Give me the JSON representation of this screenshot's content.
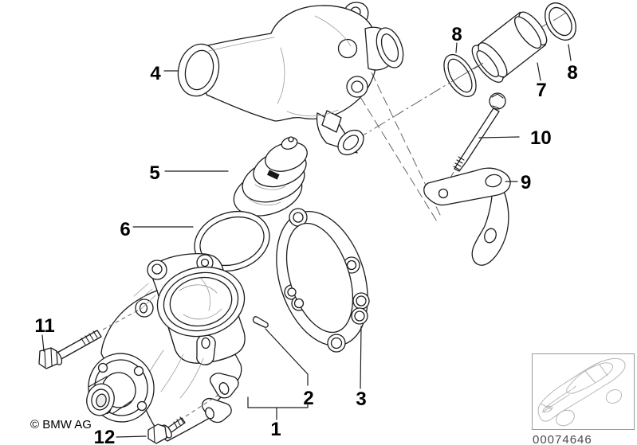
{
  "diagram": {
    "type": "exploded-parts-line-drawing",
    "callouts": {
      "c1": {
        "label": "1"
      },
      "c2": {
        "label": "2"
      },
      "c3": {
        "label": "3"
      },
      "c4": {
        "label": "4"
      },
      "c5": {
        "label": "5"
      },
      "c6": {
        "label": "6"
      },
      "c7": {
        "label": "7"
      },
      "c8a": {
        "label": "8"
      },
      "c8b": {
        "label": "8"
      },
      "c9": {
        "label": "9"
      },
      "c10": {
        "label": "10"
      },
      "c11": {
        "label": "11"
      },
      "c12": {
        "label": "12"
      }
    }
  },
  "footer": {
    "copyright": "© BMW AG",
    "image_number": "00074646"
  },
  "colors": {
    "background": "#ffffff",
    "line_art": "#1c1c1c",
    "sketch_lines": "#9a9a9a",
    "construction_lines": "#555555",
    "label_text": "#000000",
    "part_number_text": "#4a4a4a",
    "thumbnail_border": "#9a9a9a",
    "thumbnail_car": "#b5b5b5"
  }
}
